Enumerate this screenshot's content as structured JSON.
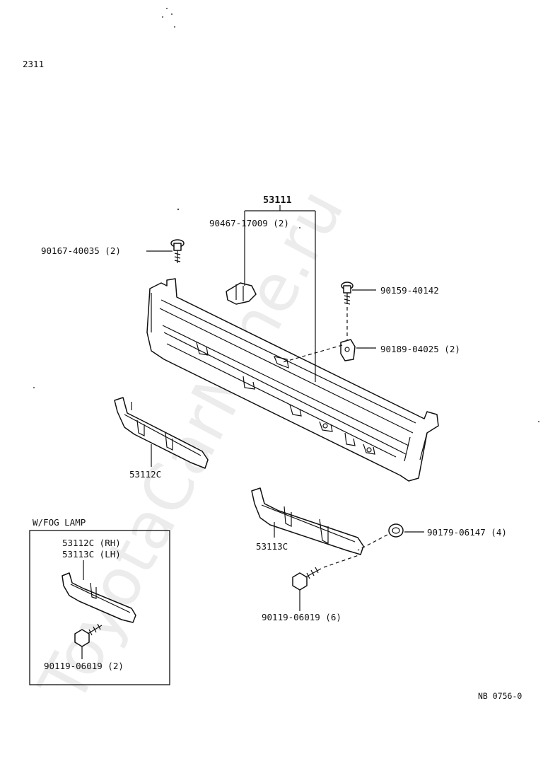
{
  "header": {
    "page_code": "2311"
  },
  "parts": {
    "p53111": "53111",
    "p90467": "90467-17009 (2)",
    "p90167": "90167-40035 (2)",
    "p90159": "90159-40142",
    "p90189": "90189-04025 (2)",
    "p53112c": "53112C",
    "p53113c": "53113C",
    "p90179": "90179-06147 (4)",
    "p90119": "90119-06019 (6)"
  },
  "inset": {
    "title": "W/FOG LAMP",
    "rh_label": "53112C (RH)",
    "lh_label": "53113C (LH)",
    "bolt_label": "90119-06019 (2)"
  },
  "footer": {
    "ref_code": "NB 0756-0"
  },
  "watermark": "ToyotaCarMine.ru"
}
